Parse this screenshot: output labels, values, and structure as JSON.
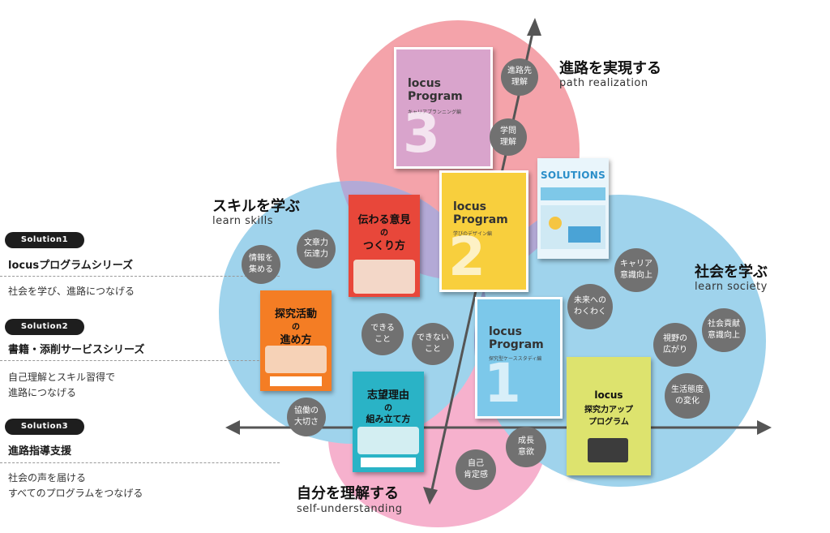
{
  "solutions": [
    {
      "badge": "Solution1",
      "title": "locusプログラムシリーズ",
      "desc": [
        "社会を学び、進路につなげる"
      ]
    },
    {
      "badge": "Solution2",
      "title": "書籍・添削サービスシリーズ",
      "desc": [
        "自己理解とスキル習得で",
        "進路につなげる"
      ]
    },
    {
      "badge": "Solution3",
      "title": "進路指導支援",
      "desc": [
        "社会の声を届ける",
        "すべてのプログラムをつなげる"
      ]
    }
  ],
  "areas": {
    "path": {
      "jp": "進路を実現する",
      "en": "path realization"
    },
    "skills": {
      "jp": "スキルを学ぶ",
      "en": "learn skills"
    },
    "society": {
      "jp": "社会を学ぶ",
      "en": "learn society"
    },
    "self": {
      "jp": "自分を理解する",
      "en": "self-understanding"
    }
  },
  "keywords": {
    "k1": "進路先\n理解",
    "k2": "学問\n理解",
    "k3": "文章力\n伝達力",
    "k4": "情報を\n集める",
    "k5": "できる\nこと",
    "k6": "できない\nこと",
    "k7": "協働の\n大切さ",
    "k8": "成長\n意欲",
    "k9": "自己\n肯定感",
    "k10": "キャリア\n意識向上",
    "k11": "未来への\nわくわく",
    "k12": "社会貢献\n意識向上",
    "k13": "視野の\n広がり",
    "k14": "生活態度\nの変化"
  },
  "books": {
    "locus3": {
      "title": "locus Program",
      "sub": "キャリアプランニング編",
      "num": "3"
    },
    "locus2": {
      "title": "locus Program",
      "sub": "学びのデザイン編",
      "num": "2"
    },
    "locus1": {
      "title": "locus Program",
      "sub": "探究型ケーススタディ編",
      "num": "1"
    },
    "solutions": {
      "title": "SOLUTIONS"
    },
    "tsutawaru": {
      "l1": "伝わる意見",
      "l2": "の",
      "l3": "つくり方"
    },
    "tankyu": {
      "l1": "探究活動",
      "l2": "の",
      "l3": "進め方"
    },
    "shibou": {
      "l1": "志望理由",
      "l2": "の",
      "l3": "組み立て方"
    },
    "tankyuup": {
      "l1": "locus",
      "l2": "探究力アップ",
      "l3": "プログラム"
    }
  },
  "colors": {
    "pink": "#f4a3aa",
    "blue": "#9fd3ec",
    "overlap": "#a7a7d3",
    "dark": "#555555",
    "kw": "#717171"
  }
}
